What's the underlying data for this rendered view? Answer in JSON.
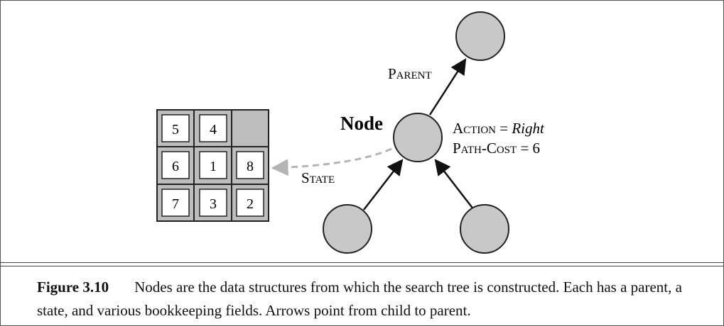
{
  "diagram": {
    "puzzle": {
      "rows": [
        [
          "5",
          "4",
          ""
        ],
        [
          "6",
          "1",
          "8"
        ],
        [
          "7",
          "3",
          "2"
        ]
      ]
    },
    "labels": {
      "parent": "Parent",
      "node": "Node",
      "action_key": "Action",
      "action_value": "Right",
      "path_cost_key": "Path-Cost",
      "path_cost_value": "6",
      "state": "State"
    }
  },
  "caption": {
    "label": "Figure 3.10",
    "text": "Nodes are the data structures from which the search tree is constructed. Each has a parent, a state, and various bookkeeping fields. Arrows point from child to parent."
  },
  "colors": {
    "node_fill": "#c8c8c8",
    "tile_bg": "#bdbdbd",
    "state_arrow": "#b4b4b4"
  }
}
